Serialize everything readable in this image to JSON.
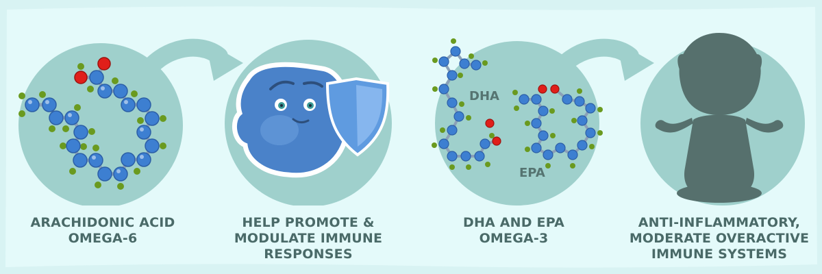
{
  "colors": {
    "background": "#d8f3f3",
    "panel": "#e4fafa",
    "circle": "#9fd0cc",
    "text": "#4a6a68",
    "atom_blue": "#3d7fd1",
    "atom_green": "#6a9a1f",
    "atom_red": "#e01f1a",
    "silhouette": "#56706d"
  },
  "steps": [
    {
      "icon": "molecule-icon",
      "caption_lines": [
        "ARACHIDONIC ACID",
        "OMEGA-6"
      ]
    },
    {
      "icon": "immune-cell-shield-icon",
      "caption_lines": [
        "HELP PROMOTE &",
        "MODULATE IMMUNE",
        "RESPONSES"
      ]
    },
    {
      "icon": "molecule-pair-icon",
      "caption_lines": [
        "DHA AND EPA",
        "OMEGA-3"
      ],
      "molecule_labels": [
        "DHA",
        "EPA"
      ]
    },
    {
      "icon": "child-meditating-silhouette-icon",
      "caption_lines": [
        "ANTI-INFLAMMATORY,",
        "MODERATE OVERACTIVE",
        "IMMUNE SYSTEMS"
      ]
    }
  ],
  "arrows": [
    "arrow-1-to-2",
    "arrow-3-to-4"
  ]
}
